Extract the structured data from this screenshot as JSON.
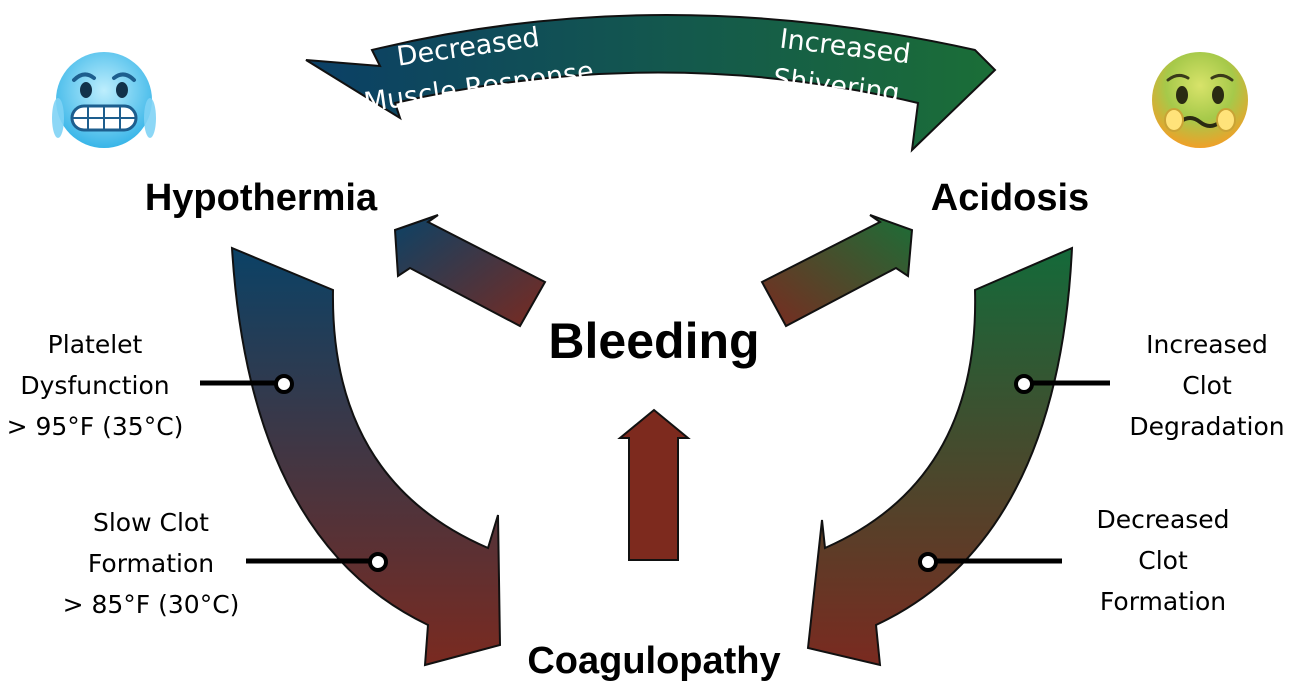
{
  "nodes": {
    "hypothermia": "Hypothermia",
    "acidosis": "Acidosis",
    "bleeding": "Bleeding",
    "coagulopathy": "Coagulopathy"
  },
  "top_arrow": {
    "left_lines": [
      "Decreased",
      "Muscle Response"
    ],
    "right_lines": [
      "Increased",
      "Shivering"
    ]
  },
  "left_callouts": [
    {
      "lines": [
        "Platelet",
        "Dysfunction",
        "> 95°F (35°C)"
      ]
    },
    {
      "lines": [
        "Slow Clot",
        "Formation",
        "> 85°F (30°C)"
      ]
    }
  ],
  "right_callouts": [
    {
      "lines": [
        "Increased",
        "Clot",
        "Degradation"
      ]
    },
    {
      "lines": [
        "Decreased",
        "Clot",
        "Formation"
      ]
    }
  ],
  "icons": {
    "left": "cold-face-icon",
    "right": "nauseated-face-icon"
  },
  "colors": {
    "blue": "#0b3f66",
    "green": "#1a6b3a",
    "red": "#7d2a1e"
  }
}
